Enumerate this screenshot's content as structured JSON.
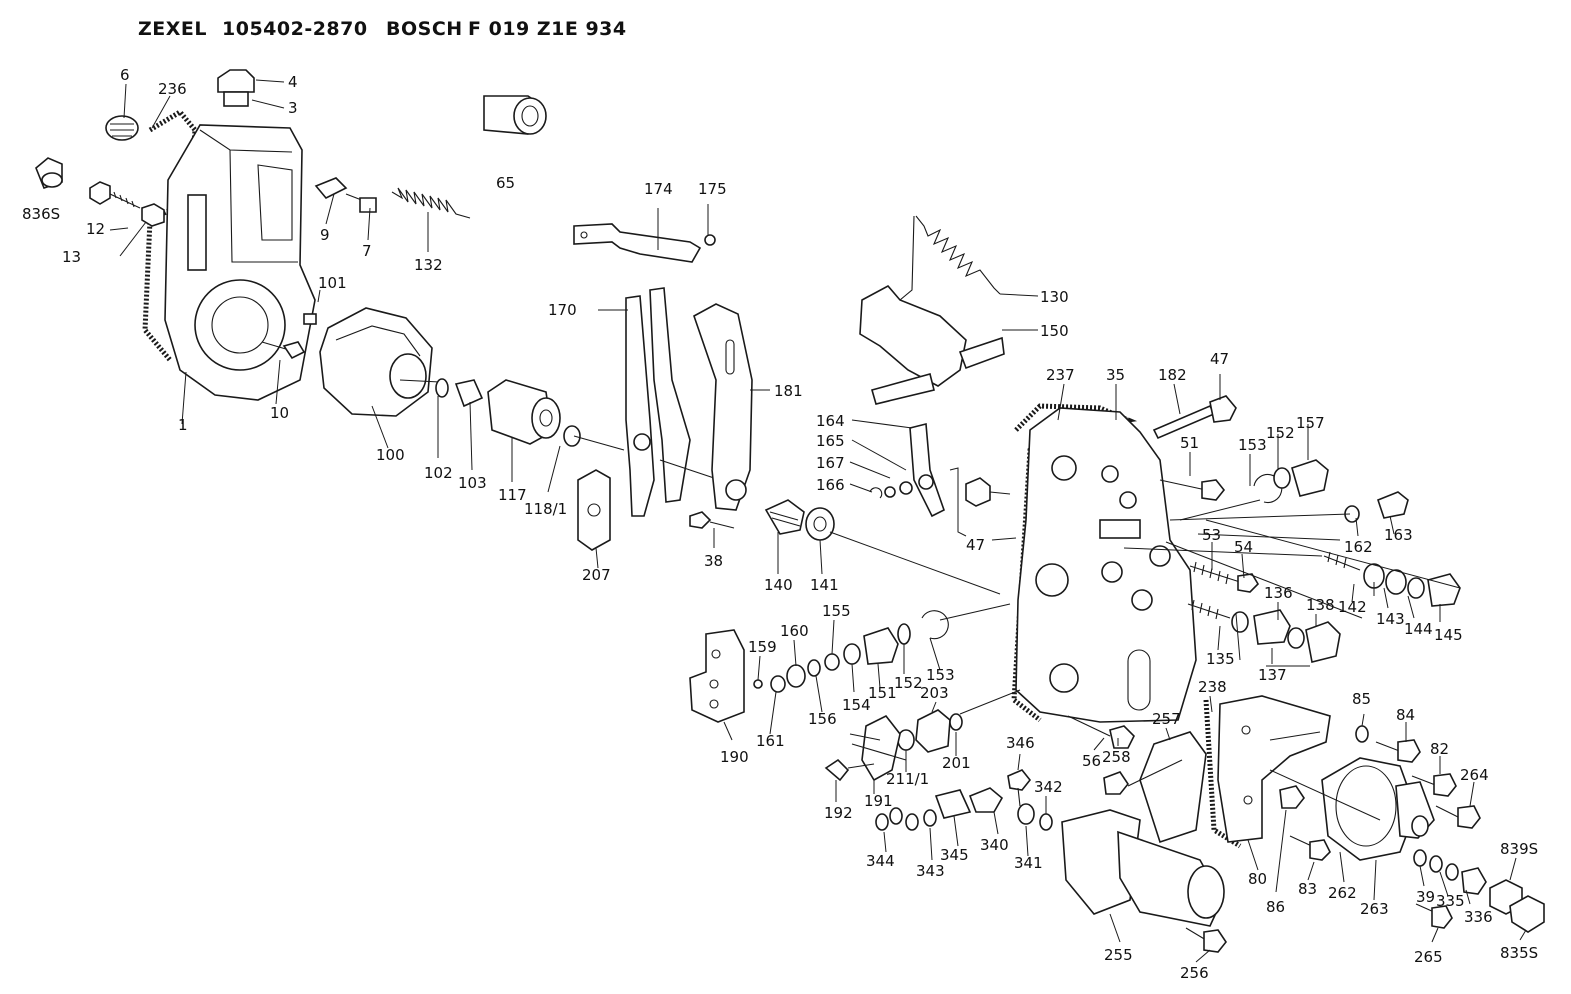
{
  "header": {
    "brand1": "ZEXEL",
    "number1": "105402-2870",
    "brand2": "BOSCH",
    "number2": "F 019 Z1E 934"
  },
  "part_labels": {
    "p1": "1",
    "p3": "3",
    "p4": "4",
    "p6": "6",
    "p7": "7",
    "p9": "9",
    "p10": "10",
    "p12": "12",
    "p13": "13",
    "p35": "35",
    "p38": "38",
    "p39": "39",
    "p47a": "47",
    "p47b": "47",
    "p51": "51",
    "p53": "53",
    "p54": "54",
    "p56": "56",
    "p65": "65",
    "p80": "80",
    "p82": "82",
    "p83": "83",
    "p84": "84",
    "p85": "85",
    "p86": "86",
    "p100": "100",
    "p101": "101",
    "p102": "102",
    "p103": "103",
    "p117": "117",
    "p118": "118/1",
    "p130": "130",
    "p132": "132",
    "p135": "135",
    "p136": "136",
    "p137": "137",
    "p138": "138",
    "p140": "140",
    "p141": "141",
    "p142": "142",
    "p143": "143",
    "p144": "144",
    "p145": "145",
    "p150": "150",
    "p151": "151",
    "p152a": "152",
    "p152b": "152",
    "p153a": "153",
    "p153b": "153",
    "p154": "154",
    "p155": "155",
    "p156": "156",
    "p157": "157",
    "p159": "159",
    "p160": "160",
    "p161": "161",
    "p162": "162",
    "p163": "163",
    "p164": "164",
    "p165": "165",
    "p166": "166",
    "p167": "167",
    "p170": "170",
    "p174": "174",
    "p175": "175",
    "p181": "181",
    "p182": "182",
    "p190": "190",
    "p191": "191",
    "p192": "192",
    "p201": "201",
    "p203": "203",
    "p207": "207",
    "p211": "211/1",
    "p236": "236",
    "p237": "237",
    "p238": "238",
    "p255": "255",
    "p256": "256",
    "p257": "257",
    "p258": "258",
    "p262": "262",
    "p263": "263",
    "p264": "264",
    "p265": "265",
    "p335": "335",
    "p336": "336",
    "p340": "340",
    "p341": "341",
    "p342": "342",
    "p343": "343",
    "p344": "344",
    "p345": "345",
    "p346": "346",
    "p835": "835S",
    "p836": "836S",
    "p839": "839S"
  }
}
